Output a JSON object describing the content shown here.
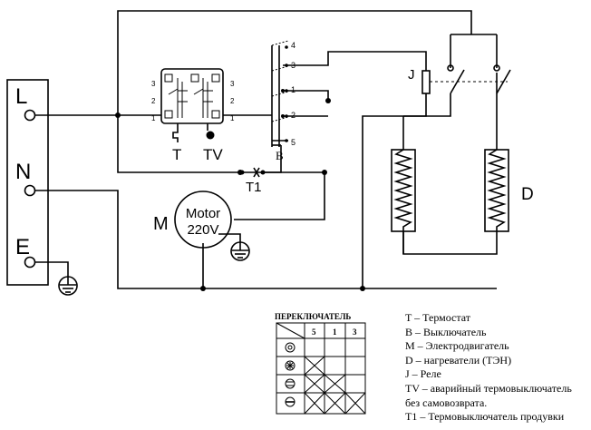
{
  "terminals": {
    "line": "L",
    "neutral": "N",
    "earth": "E"
  },
  "components": {
    "motor_letter": "M",
    "motor_line1": "Motor",
    "motor_line2": "220V",
    "thermostat": "T",
    "emergency_thermostat": "TV",
    "switch": "B",
    "fan_thermostat": "T1",
    "relay": "J",
    "heaters": "D"
  },
  "switch_positions": [
    "1",
    "2",
    "3",
    "4",
    "5"
  ],
  "thermostat_positions": [
    "3",
    "2",
    "1"
  ],
  "switch_table": {
    "title": "ПЕРЕКЛЮЧАТЕЛЬ",
    "columns": [
      "5",
      "1",
      "3"
    ]
  },
  "legend": [
    "T – Термостат",
    "B – Выключатель",
    "M – Электродвигатель",
    "D – нагреватели (ТЭН)",
    "J – Реле",
    "TV – аварийный термовыключатель",
    "без самовозврата.",
    "T1 – Термовыключатель продувки"
  ]
}
